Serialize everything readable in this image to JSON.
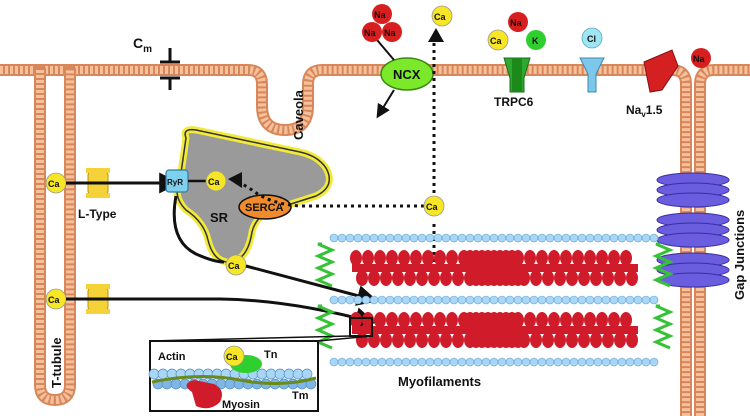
{
  "labels": {
    "cm_main": "C",
    "cm_sub": "m",
    "caveola": "Caveola",
    "ncx": "NCX",
    "trpc6": "TRPC6",
    "nav_main": "Na",
    "nav_sub": "v",
    "nav_tail": "1.5",
    "gap_junctions": "Gap Junctions",
    "l_type": "L-Type",
    "t_tubule": "T-tubule",
    "ryr": "RyR",
    "sr": "SR",
    "serca": "SERCA",
    "myofilaments": "Myofilaments",
    "actin": "Actin",
    "tn": "Tn",
    "tm": "Tm",
    "myosin": "Myosin"
  },
  "ions": {
    "ca": "Ca",
    "na": "Na",
    "k": "K",
    "cl": "Cl"
  },
  "colors": {
    "membrane": "#f2b48c",
    "membrane_edge": "#d8875a",
    "ca_fill": "#f6e626",
    "na_fill": "#d81f1f",
    "k_fill": "#2fcf2f",
    "cl_fill": "#9fe6f2",
    "sr_fill": "#9a9a9a",
    "sr_rim": "#f2ea3a",
    "serca_fill": "#f08a2a",
    "ncx_fill": "#7be82a",
    "trpc6_fill": "#2ea82e",
    "cl_channel": "#7cc7ea",
    "nav_fill": "#d42020",
    "gap_fill": "#6b5de0",
    "ltype_fill": "#f6d23a",
    "ryr_fill": "#7fd0ee",
    "actin_fill": "#a9d6f5",
    "myosin_fill": "#d01c2a",
    "titin_fill": "#35c235"
  }
}
